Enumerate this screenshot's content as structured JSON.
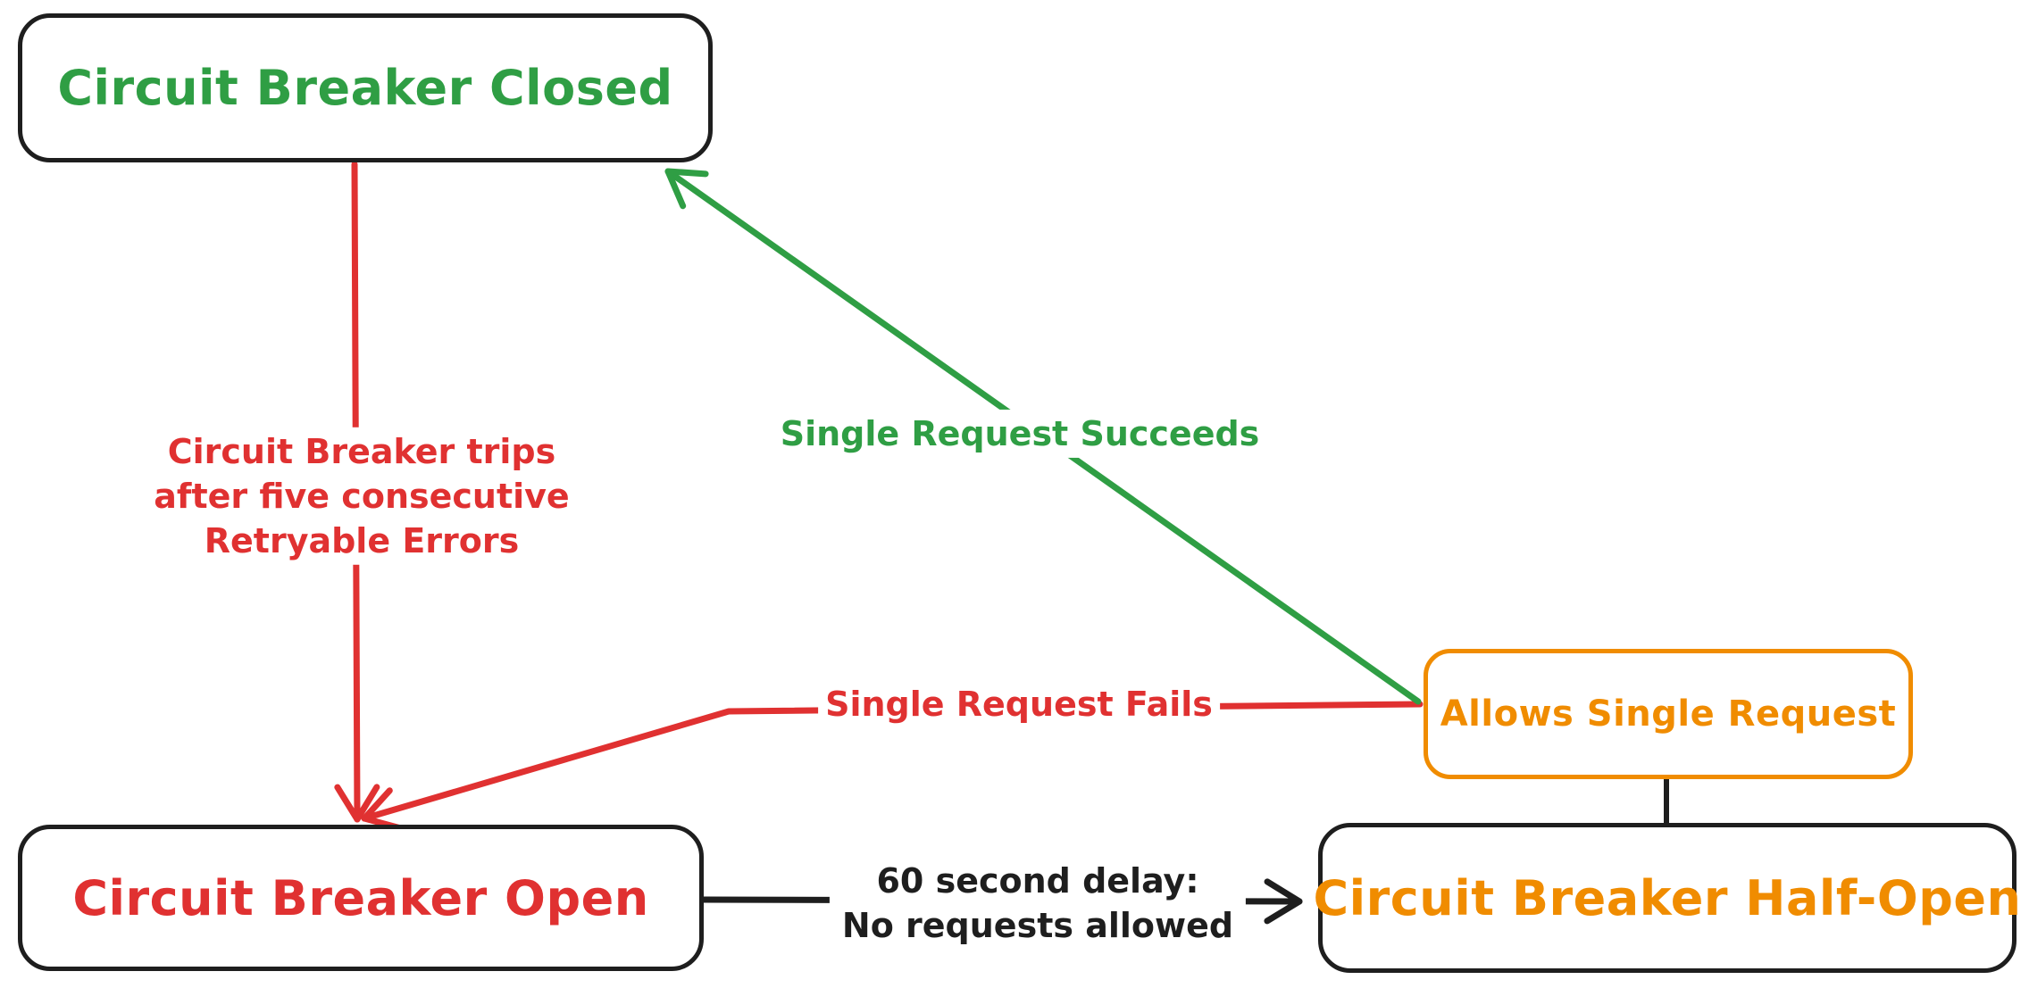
{
  "diagram": {
    "title_hint": "Circuit breaker state diagram",
    "colors": {
      "closed_state": "#2f9e44",
      "open_state": "#e03131",
      "half_open_state": "#f08c00",
      "stroke_black": "#1e1e1e",
      "background": "#ffffff"
    },
    "states": [
      {
        "id": "closed",
        "label": "Circuit Breaker Closed",
        "text_color": "#2f9e44",
        "border_color": "#1e1e1e"
      },
      {
        "id": "open",
        "label": "Circuit Breaker Open",
        "text_color": "#e03131",
        "border_color": "#1e1e1e"
      },
      {
        "id": "half_open",
        "label": "Circuit Breaker Half-Open",
        "text_color": "#f08c00",
        "border_color": "#1e1e1e"
      },
      {
        "id": "allows",
        "label": "Allows Single Request",
        "text_color": "#f08c00",
        "border_color": "#f08c00"
      }
    ],
    "transitions": [
      {
        "id": "trip",
        "from": "closed",
        "to": "open",
        "label": "Circuit Breaker trips\nafter five consecutive\nRetryable Errors",
        "color": "#e03131"
      },
      {
        "id": "succeed",
        "from": "allows",
        "to": "closed",
        "label": "Single Request Succeeds",
        "color": "#2f9e44"
      },
      {
        "id": "fail",
        "from": "allows",
        "to": "open",
        "label": "Single Request Fails",
        "color": "#e03131"
      },
      {
        "id": "delay",
        "from": "open",
        "to": "half_open",
        "label": "60 second delay:\nNo requests allowed",
        "color": "#1e1e1e"
      },
      {
        "id": "probe",
        "from": "half_open",
        "to": "allows",
        "label": "",
        "color": "#1e1e1e"
      }
    ]
  }
}
